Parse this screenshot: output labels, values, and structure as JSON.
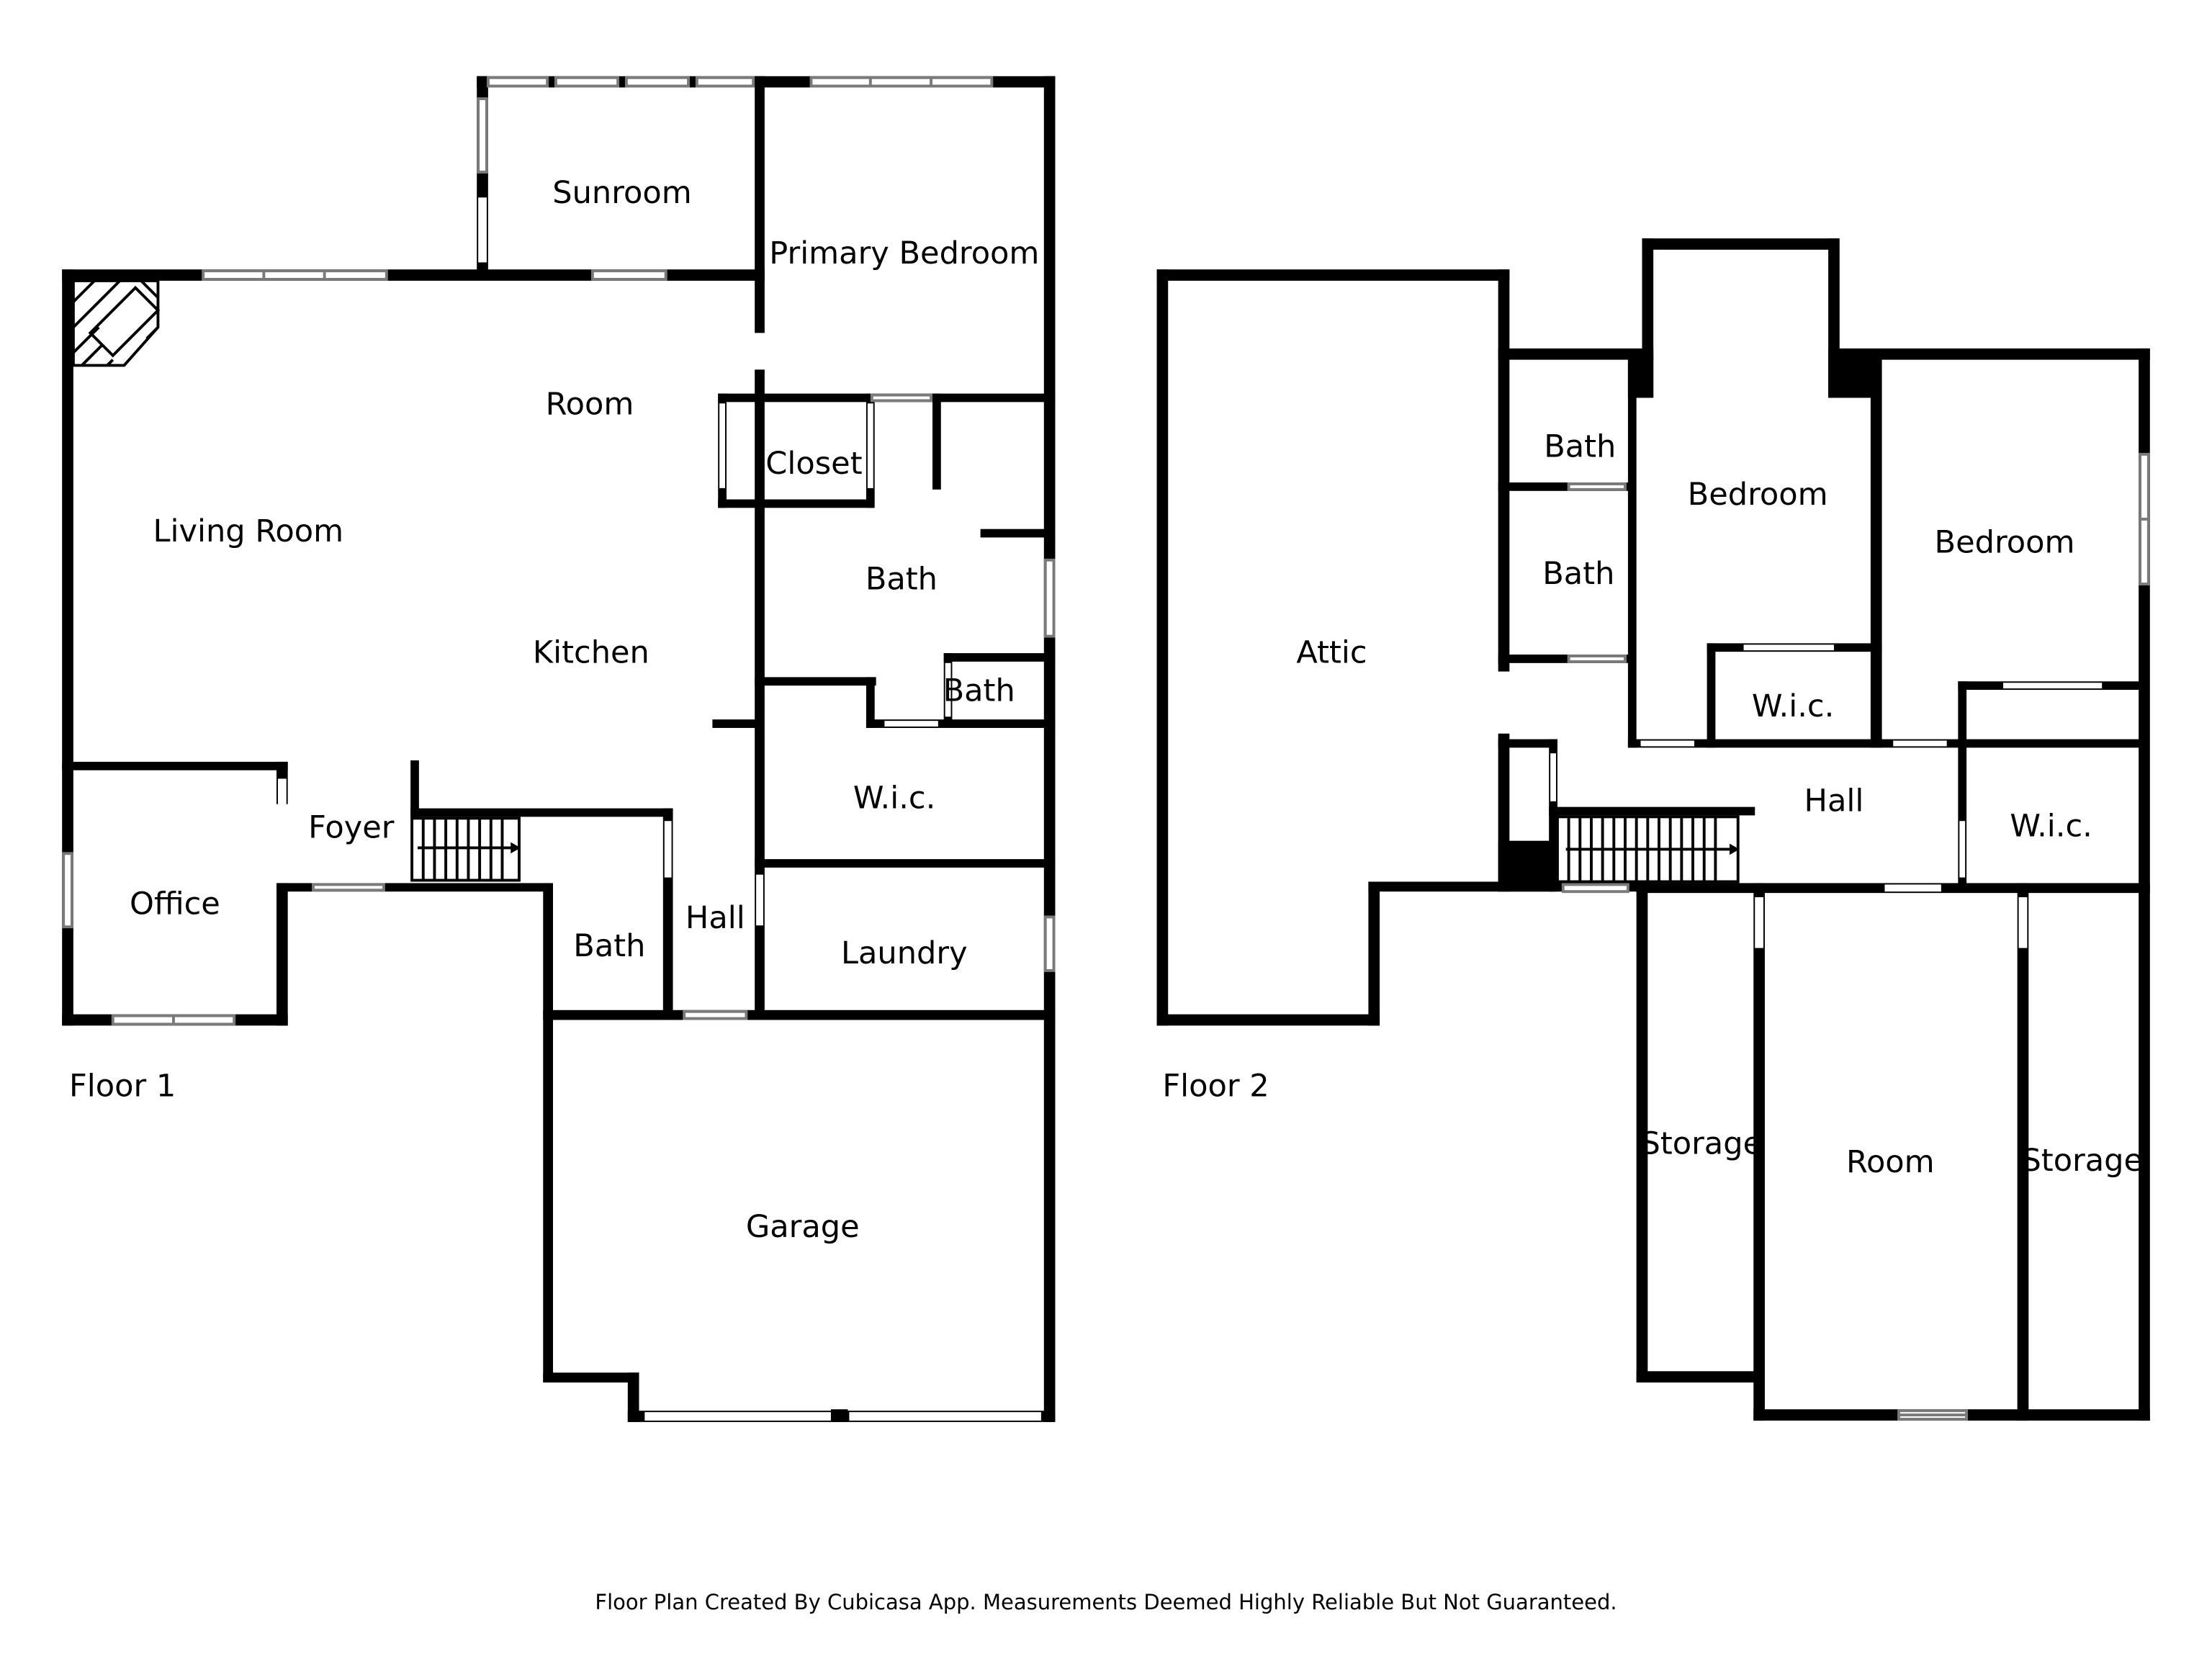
{
  "floors": [
    {
      "label": "Floor 1",
      "rooms": [
        {
          "id": "sunroom",
          "label": "Sunroom"
        },
        {
          "id": "primary-bedroom",
          "label": "Primary Bedroom"
        },
        {
          "id": "room",
          "label": "Room"
        },
        {
          "id": "living-room",
          "label": "Living Room"
        },
        {
          "id": "closet",
          "label": "Closet"
        },
        {
          "id": "bath-primary",
          "label": "Bath"
        },
        {
          "id": "kitchen",
          "label": "Kitchen"
        },
        {
          "id": "bath-small",
          "label": "Bath"
        },
        {
          "id": "wic",
          "label": "W.i.c."
        },
        {
          "id": "foyer",
          "label": "Foyer"
        },
        {
          "id": "office",
          "label": "Office"
        },
        {
          "id": "bath-half",
          "label": "Bath"
        },
        {
          "id": "hall",
          "label": "Hall"
        },
        {
          "id": "laundry",
          "label": "Laundry"
        },
        {
          "id": "garage",
          "label": "Garage"
        }
      ]
    },
    {
      "label": "Floor 2",
      "rooms": [
        {
          "id": "attic",
          "label": "Attic"
        },
        {
          "id": "bath-upper-1",
          "label": "Bath"
        },
        {
          "id": "bath-upper-2",
          "label": "Bath"
        },
        {
          "id": "bedroom-1",
          "label": "Bedroom"
        },
        {
          "id": "bedroom-2",
          "label": "Bedroom"
        },
        {
          "id": "wic-1",
          "label": "W.i.c."
        },
        {
          "id": "hall",
          "label": "Hall"
        },
        {
          "id": "wic-2",
          "label": "W.i.c."
        },
        {
          "id": "storage-left",
          "label": "Storage"
        },
        {
          "id": "room",
          "label": "Room"
        },
        {
          "id": "storage-right",
          "label": "Storage"
        }
      ]
    }
  ],
  "disclaimer": "Floor Plan Created By Cubicasa App. Measurements Deemed Highly Reliable But Not Guaranteed."
}
